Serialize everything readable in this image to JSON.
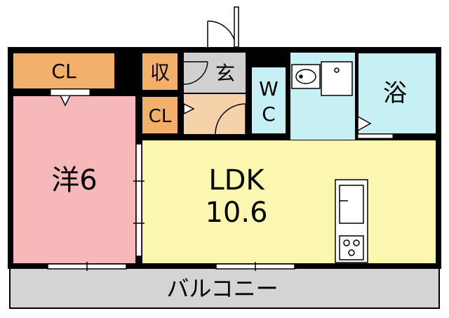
{
  "floor_plan": {
    "rooms": {
      "closet_top": {
        "label": "CL",
        "color": "#f2b06b"
      },
      "storage": {
        "label": "収",
        "color": "#f2b06b"
      },
      "closet_mid": {
        "label": "CL",
        "color": "#f2b06b"
      },
      "entrance": {
        "label": "玄",
        "color": "#d0d0d0"
      },
      "entrance_step": {
        "color": "#f6d2aa"
      },
      "wc_line1": {
        "label": "W",
        "color": "#c6f0f4"
      },
      "wc_line2": {
        "label": "C"
      },
      "washroom": {
        "color": "#c6f0f4"
      },
      "bath": {
        "label": "浴",
        "color": "#c6f0f4"
      },
      "bedroom": {
        "label": "洋6",
        "color": "#f6b8b8"
      },
      "ldk_line1": {
        "label": "LDK",
        "color": "#fbf7b0"
      },
      "ldk_line2": {
        "label": "10.6"
      },
      "balcony": {
        "label": "バルコニー",
        "color": "#d4d4d4"
      }
    },
    "wall_color": "#000000"
  }
}
